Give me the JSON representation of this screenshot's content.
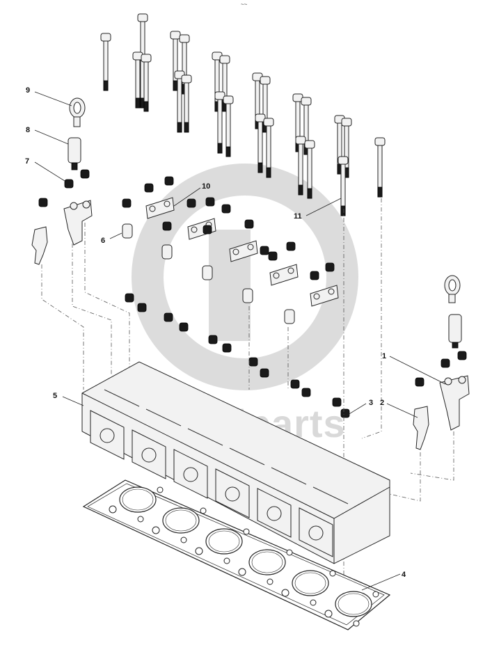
{
  "diagram": {
    "top_mark": "~~",
    "watermark": {
      "text": "dieselparts",
      "color": "#dcdcdc"
    },
    "callouts": [
      {
        "id": "c1",
        "label": "1"
      },
      {
        "id": "c2",
        "label": "2"
      },
      {
        "id": "c3",
        "label": "3"
      },
      {
        "id": "c4",
        "label": "4"
      },
      {
        "id": "c5",
        "label": "5"
      },
      {
        "id": "c6",
        "label": "6"
      },
      {
        "id": "c7",
        "label": "7"
      },
      {
        "id": "c8",
        "label": "8"
      },
      {
        "id": "c9",
        "label": "9"
      },
      {
        "id": "c10",
        "label": "10"
      },
      {
        "id": "c11",
        "label": "11"
      }
    ]
  }
}
